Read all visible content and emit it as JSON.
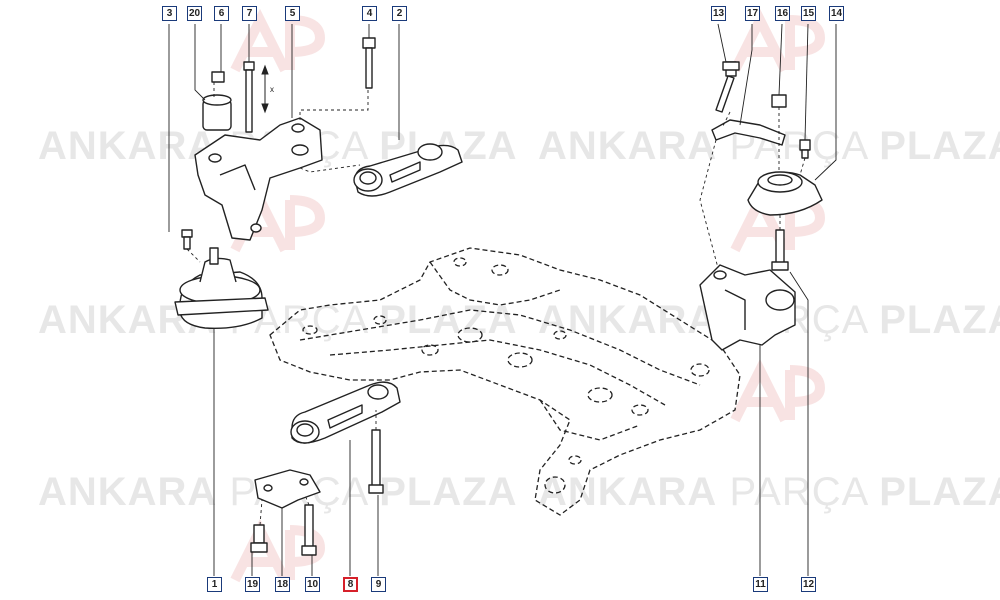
{
  "watermark": {
    "word1": "ANKARA",
    "word2": "PARÇA",
    "word3": "PLAZA",
    "logo_text": "AP"
  },
  "colors": {
    "line": "#222222",
    "label_border": "#1a3a7a",
    "highlight": "#d6202a",
    "watermark": "#bbbbbb",
    "logo": "#f2c9c9"
  },
  "callouts": {
    "c1": "1",
    "c2": "2",
    "c3": "3",
    "c4": "4",
    "c5": "5",
    "c6": "6",
    "c7": "7",
    "c8": "8",
    "c9": "9",
    "c10": "10",
    "c11": "11",
    "c12": "12",
    "c13": "13",
    "c14": "14",
    "c15": "15",
    "c16": "16",
    "c17": "17",
    "c18": "18",
    "c19": "19",
    "c20": "20"
  },
  "highlighted_callout": "8",
  "dimension_mark": "x"
}
